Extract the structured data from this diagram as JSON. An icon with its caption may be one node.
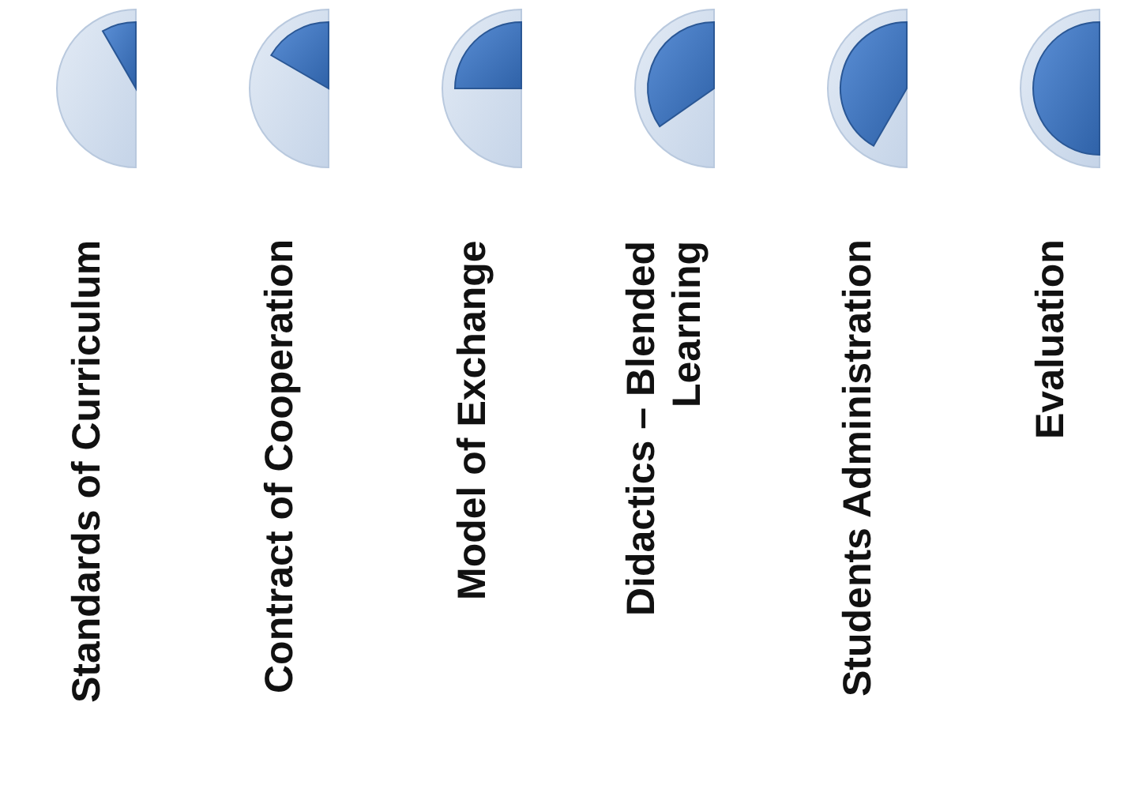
{
  "diagram": {
    "nodes": [
      {
        "text": [
          "Standards of Curriculum"
        ]
      },
      {
        "text": [
          "Contract of Cooperation"
        ]
      },
      {
        "text": [
          "Model of Exchange"
        ]
      },
      {
        "text": [
          "Didactics – Blended Learning"
        ]
      },
      {
        "text": [
          "Students Administration"
        ]
      },
      {
        "text": [
          "Evaluation"
        ]
      }
    ]
  }
}
